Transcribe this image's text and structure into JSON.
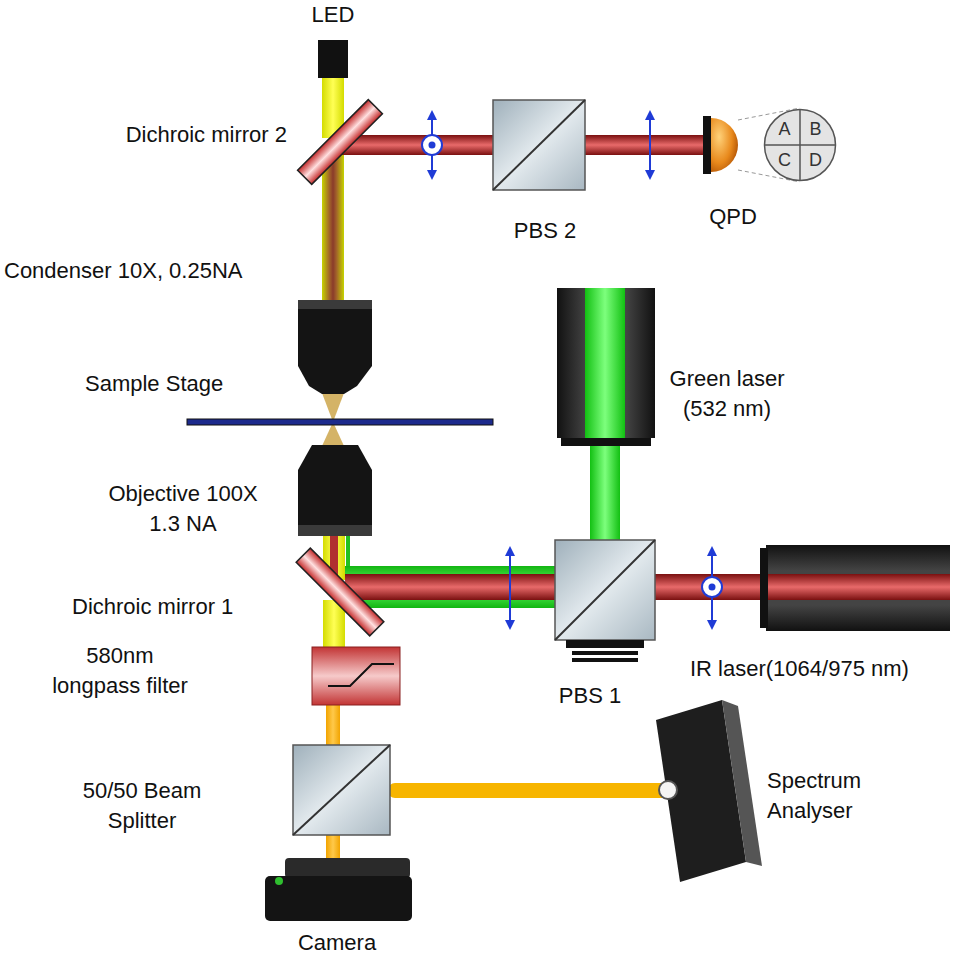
{
  "diagram": {
    "nodes": [
      {
        "text": [
          "A",
          "B",
          "C",
          "D"
        ]
      }
    ],
    "labels": [
      "LED",
      "Dichroic mirror 2",
      "PBS 2",
      "QPD",
      "Condenser 10X, 0.25NA",
      "Sample Stage",
      "Green laser (532 nm)",
      "Objective 100X 1.3 NA",
      "Dichroic mirror 1",
      "PBS 1",
      "IR laser(1064/975 nm)",
      "580nm longpass filter",
      "50/50 Beam Splitter",
      "Spectrum Analyser",
      "Camera"
    ]
  }
}
